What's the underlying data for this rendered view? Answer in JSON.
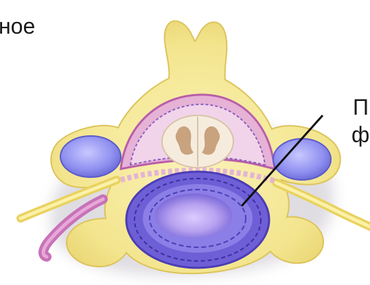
{
  "labels": {
    "left_fragment": "ное",
    "right_line1": "П",
    "right_line2": "ф"
  },
  "colors": {
    "bone": "#f3e58e",
    "bone_edge": "#e2c95f",
    "nerve": "#f0df73",
    "disc_outer": "#6e5fd6",
    "disc_inner": "#c9b6f2",
    "pink": "#d890c8",
    "magenta": "#b85fa8",
    "cord": "#f4eadc",
    "gray_matter": "#c9a27e",
    "facet": "#8f8ff0",
    "pointer": "#111111"
  }
}
